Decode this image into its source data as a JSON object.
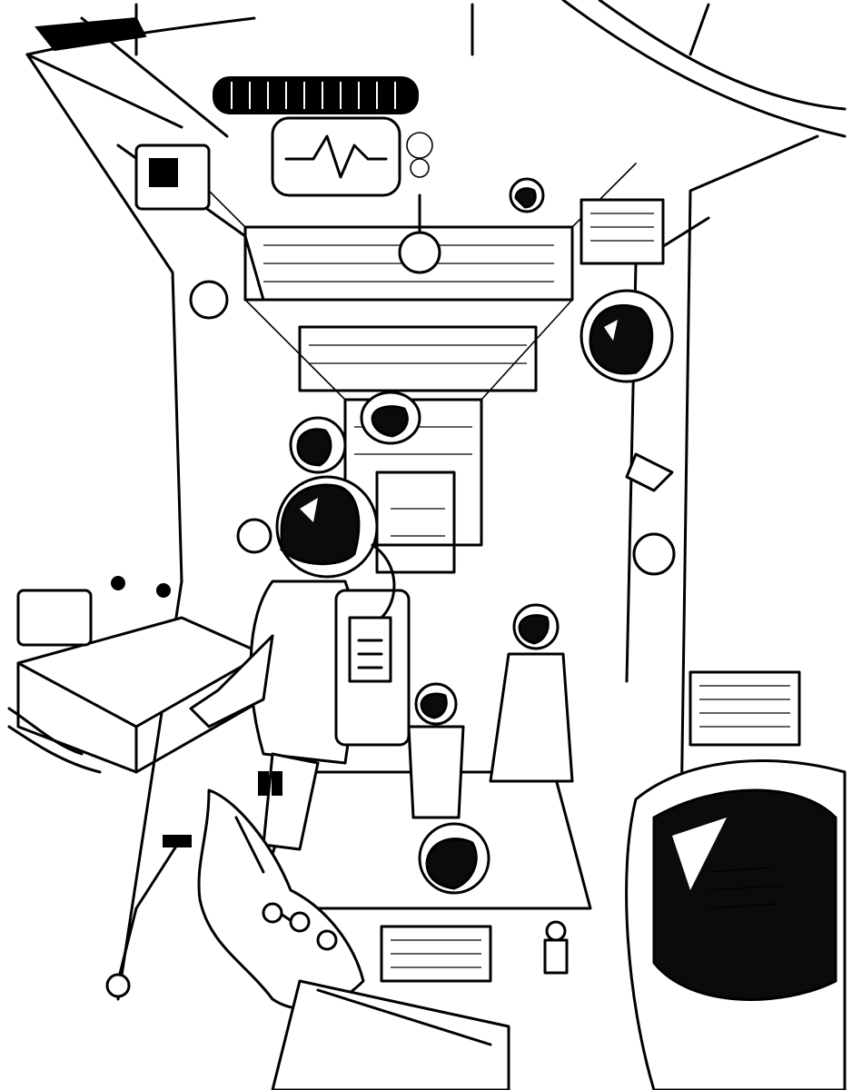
{
  "artwork": {
    "kind": "black-and-white ink illustration",
    "palette": {
      "ink": "#000000",
      "paper": "#ffffff"
    },
    "subjects": [
      "astronaut",
      "spacecraft-corridor",
      "control-panel",
      "gloved-hand"
    ]
  }
}
